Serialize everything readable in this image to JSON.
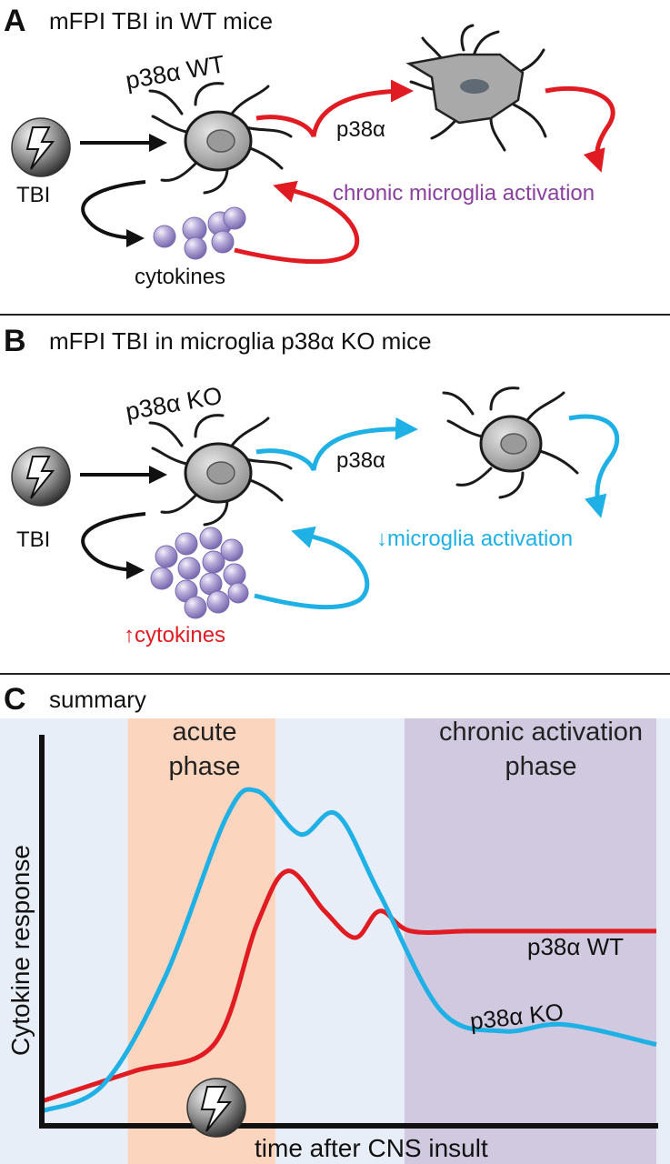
{
  "panel_a": {
    "letter": "A",
    "title": "mFPI TBI in WT mice",
    "genotype_label": "p38α WT",
    "tbi_label": "TBI",
    "cytokines_label": "cytokines",
    "pathway_label": "p38α",
    "outcome_label": "chronic microglia activation"
  },
  "panel_b": {
    "letter": "B",
    "title": "mFPI TBI in microglia p38α KO mice",
    "genotype_label": "p38α KO",
    "tbi_label": "TBI",
    "cytokines_arrow": "↑",
    "cytokines_label": "cytokines",
    "pathway_label": "p38α",
    "outcome_arrow": "↓",
    "outcome_label": "microglia activation"
  },
  "panel_c": {
    "letter": "C",
    "title": "summary",
    "acute_phase": [
      "acute",
      "phase"
    ],
    "chronic_phase": [
      "chronic activation",
      "phase"
    ],
    "ylabel": "Cytokine response",
    "xlabel": "time after CNS insult",
    "series_wt": "p38α WT",
    "series_ko": "p38α KO"
  },
  "colors": {
    "wt_red": "#e11b22",
    "ko_blue": "#1fb0e6",
    "purple": "#8b3fa0",
    "acute_band": "#fbd5bd",
    "chronic_band": "#d1c9e0",
    "bg_band": "#e8eef7",
    "cytokine_ball": "#a99bd1"
  },
  "chart_data": {
    "type": "line",
    "xlabel": "time after CNS insult",
    "ylabel": "Cytokine response",
    "series": [
      {
        "name": "p38α WT",
        "color": "#e11b22",
        "x": [
          0,
          0.15,
          0.28,
          0.35,
          0.4,
          0.46,
          0.51,
          0.55,
          0.6,
          0.7,
          0.85,
          1.0
        ],
        "values": [
          0.03,
          0.12,
          0.2,
          0.56,
          0.72,
          0.6,
          0.52,
          0.6,
          0.54,
          0.54,
          0.54,
          0.54
        ]
      },
      {
        "name": "p38α KO",
        "color": "#1fb0e6",
        "x": [
          0,
          0.1,
          0.2,
          0.3,
          0.35,
          0.42,
          0.48,
          0.55,
          0.65,
          0.75,
          0.85,
          1.0
        ],
        "values": [
          0.0,
          0.08,
          0.4,
          0.88,
          0.96,
          0.83,
          0.89,
          0.65,
          0.3,
          0.24,
          0.26,
          0.2
        ]
      }
    ],
    "phases": [
      {
        "name": [
          "acute",
          "phase"
        ],
        "start": 0.14,
        "end": 0.38,
        "color": "#fbd5bd"
      },
      {
        "name": [
          "chronic activation",
          "phase"
        ],
        "start": 0.59,
        "end": 1.0,
        "color": "#d1c9e0"
      }
    ]
  }
}
